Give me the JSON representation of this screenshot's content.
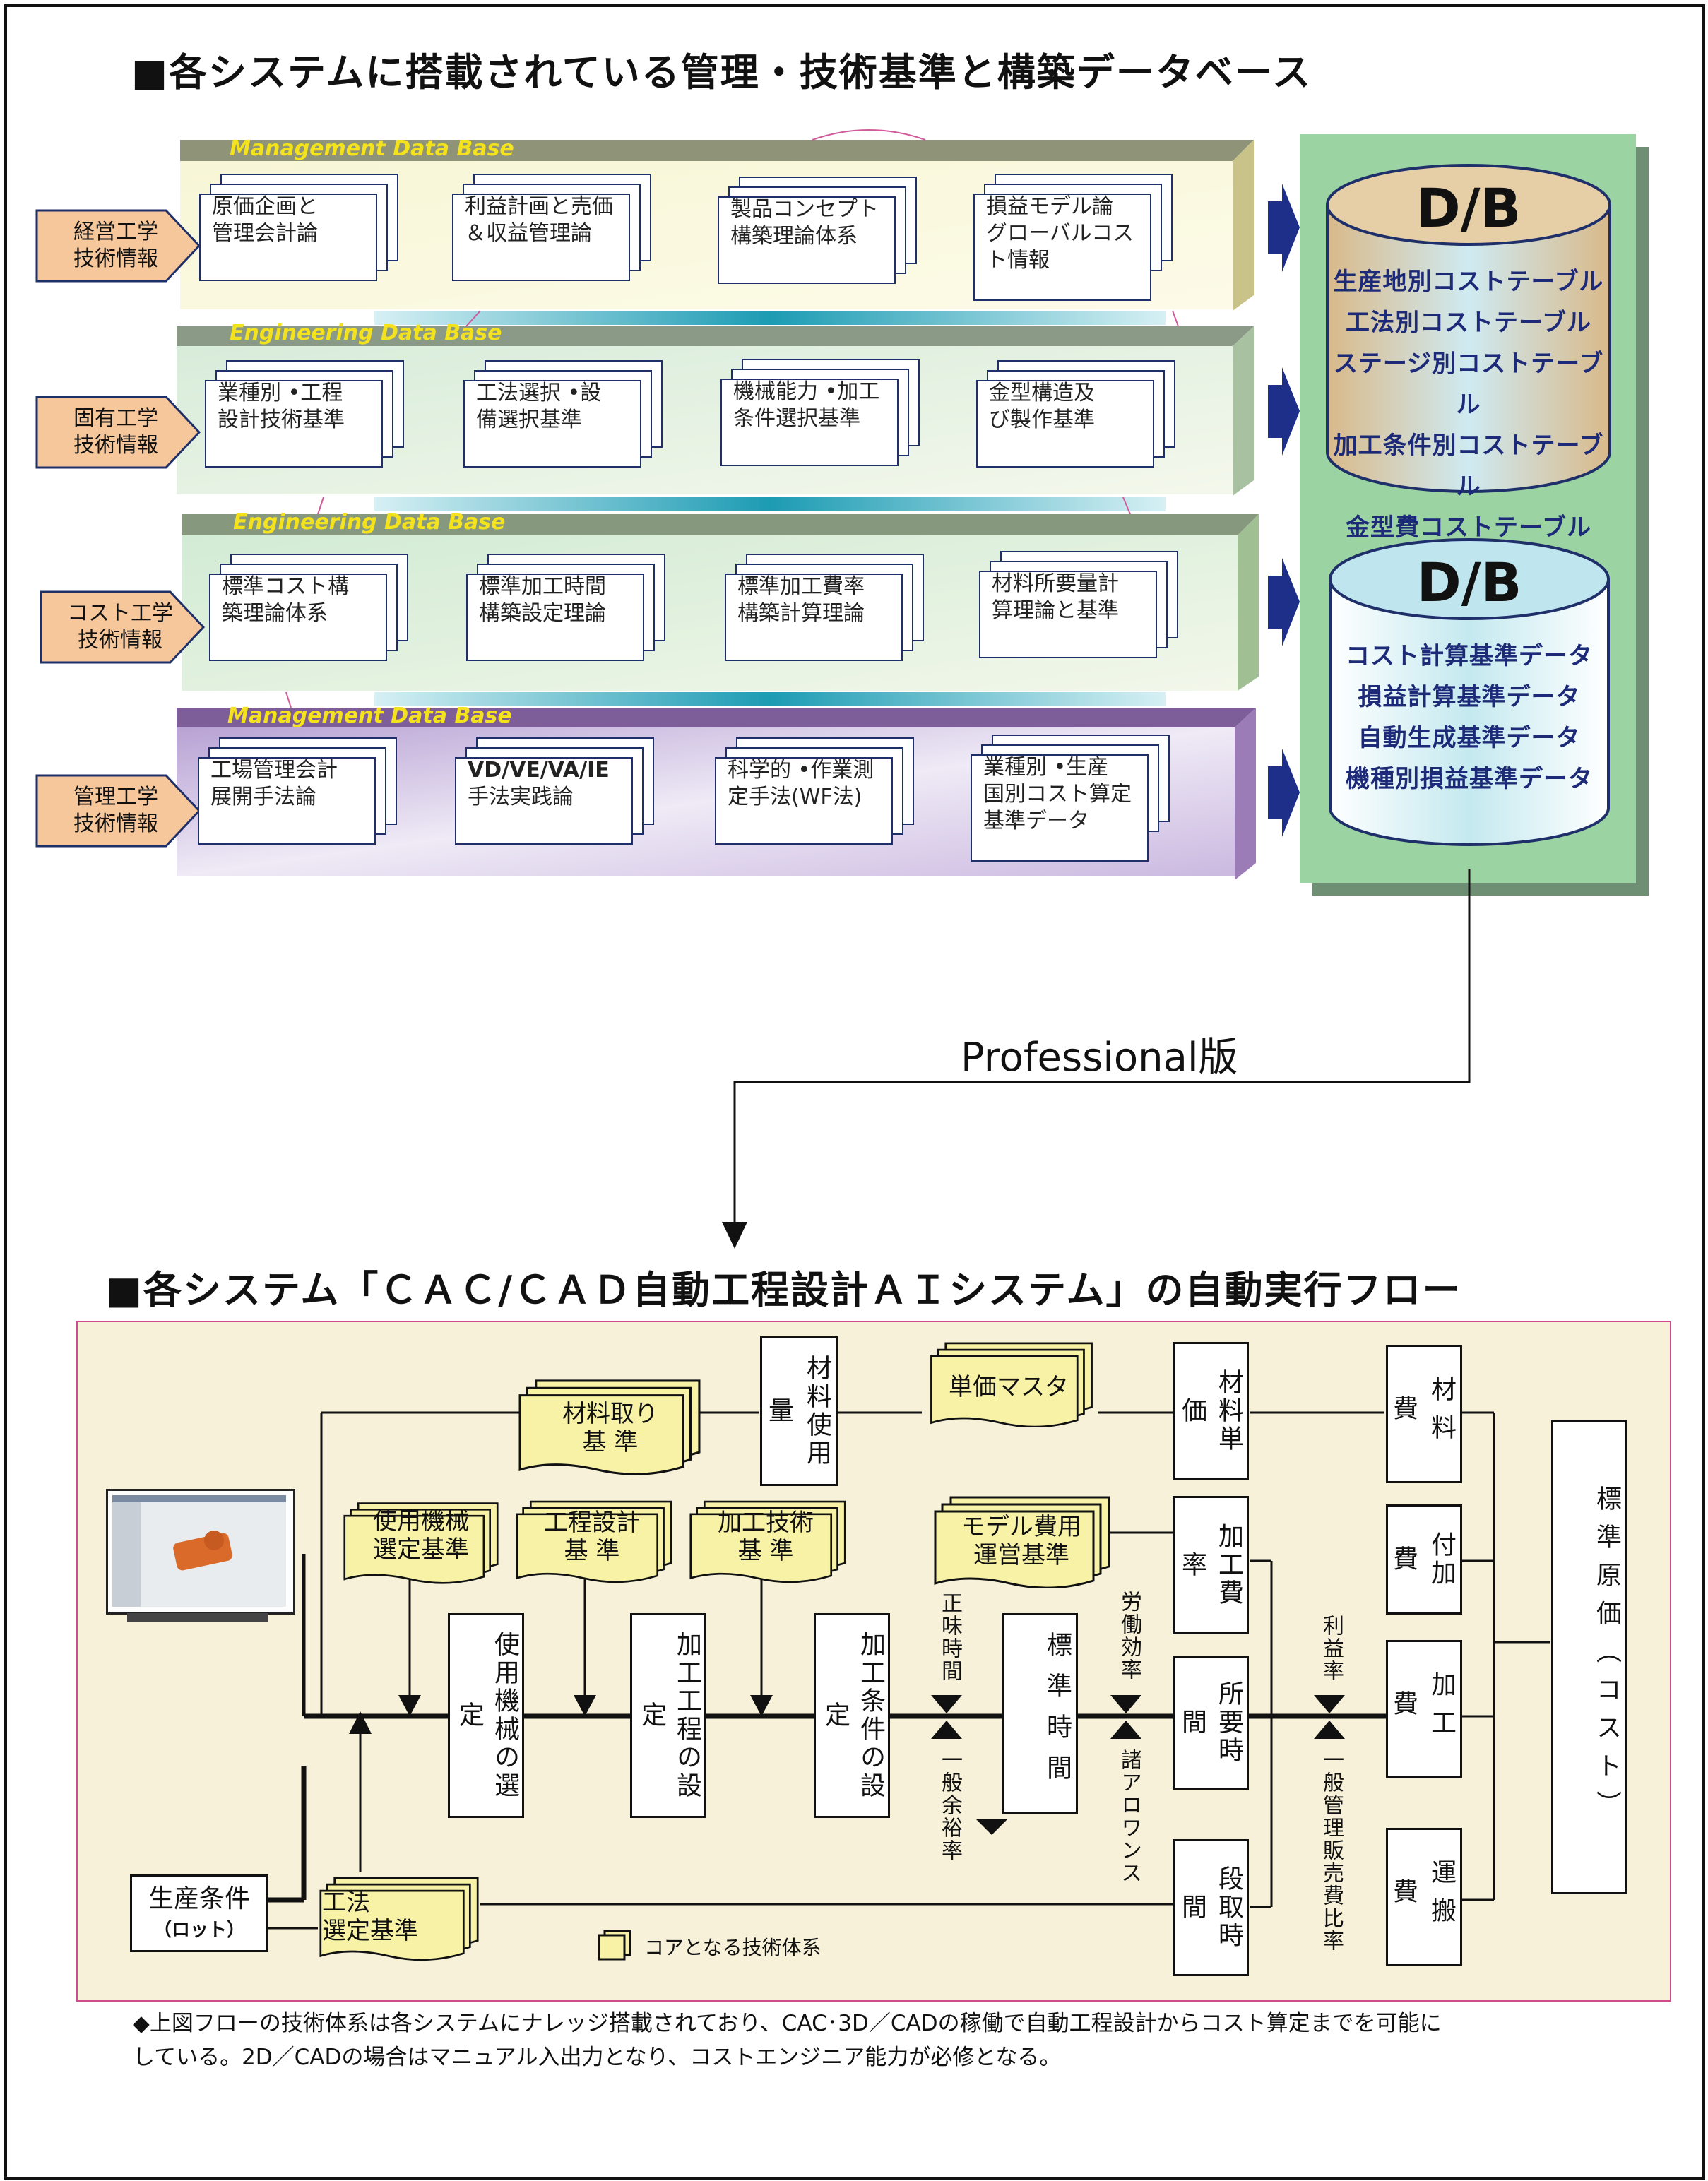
{
  "section1_title": "■各システムに搭載されている管理・技術基準と構築データベース",
  "section2_title": "■各システム「ＣＡＣ/ＣＡＤ自動工程設計ＡＩシステム」の自動実行フロー",
  "layers": [
    {
      "header": "Management   Data Base",
      "source": [
        "経営工学",
        "技術情報"
      ],
      "docs": [
        [
          "原価企画と",
          "管理会計論"
        ],
        [
          "利益計画と売価",
          "＆収益管理論"
        ],
        [
          "製品コンセプト",
          "構築理論体系"
        ],
        [
          "損益モデル論",
          "グローバルコス",
          "ト情報"
        ]
      ]
    },
    {
      "header": "Engineering  Data Base",
      "source": [
        "固有工学",
        "技術情報"
      ],
      "docs": [
        [
          "業種別 •工程",
          "設計技術基準"
        ],
        [
          "工法選択 •設",
          "備選択基準"
        ],
        [
          "機械能力 •加工",
          "条件選択基準"
        ],
        [
          "金型構造及",
          "び製作基準"
        ]
      ]
    },
    {
      "header": "Engineering  Data Base",
      "source": [
        "コスト工学",
        "技術情報"
      ],
      "docs": [
        [
          "標準コスト構",
          "築理論体系"
        ],
        [
          "標準加工時間",
          "構築設定理論"
        ],
        [
          "標準加工費率",
          "構築計算理論"
        ],
        [
          "材料所要量計",
          "算理論と基準"
        ]
      ]
    },
    {
      "header": "Management   Data Base",
      "source": [
        "管理工学",
        "技術情報"
      ],
      "docs": [
        [
          "工場管理会計",
          "展開手法論"
        ],
        [
          "VD/VE/VA/IE",
          "手法実践論"
        ],
        [
          "科学的 •作業測",
          "定手法(WF法)"
        ],
        [
          "業種別 •生産",
          "国別コスト算定",
          "基準データ"
        ]
      ]
    }
  ],
  "db1": {
    "title": "D/B",
    "rows": [
      "生産地別コストテーブル",
      "工法別コストテーブル",
      "ステージ別コストテーブル",
      "加工条件別コストテーブル",
      "金型費コストテーブル"
    ]
  },
  "db2": {
    "title": "D/B",
    "rows": [
      "コスト計算基準データ",
      "損益計算基準データ",
      "自動生成基準データ",
      "機種別損益基準データ"
    ]
  },
  "professional_label": "Professional版",
  "flow": {
    "yellow_docs": {
      "material_take": [
        "材料取り",
        "基 準"
      ],
      "unit_price_master": [
        "単価マスタ"
      ],
      "machine_select": [
        "使用機械",
        "選定基準"
      ],
      "process_design": [
        "工程設計",
        "基 準"
      ],
      "machining_tech": [
        "加工技術",
        "基 準"
      ],
      "model_cost": [
        "モデル費用",
        "運営基準"
      ],
      "method_select": [
        "工法",
        "選定基準"
      ],
      "legend": "コアとなる技術体系"
    },
    "boxes": {
      "material_usage": "材料使用量",
      "material_unit_price": "材料単価",
      "machining_rate": "加工費率",
      "required_time": "所要時間",
      "setup_time": "段取時間",
      "machine_select": "使用機械の選定",
      "process_set": "加工工程の設定",
      "condition_set": "加工条件の設定",
      "standard_time": "標準時間",
      "material_cost": "材料費",
      "added_cost": "付加費",
      "machining_cost": "加工費",
      "transport_cost": "運搬費",
      "standard_cost": "標準原価（コスト）",
      "production_condition": "生産条件",
      "lot": "（ロット）"
    },
    "labels": {
      "net_time": "正味時間",
      "allowance": "一般余裕率",
      "labor_eff": "労働効率",
      "allowances": "諸アロワンス",
      "profit_rate": "利益率",
      "admin_ratio": "一般管理販売費比率"
    }
  },
  "notes": [
    "◆上図フローの技術体系は各システムにナレッジ搭載されており、CAC･3D／CADの稼働で自動工程設計からコスト算定までを可能に",
    "している。2D／CADの場合はマニュアル入出力となり、コストエンジニア能力が必修となる。"
  ],
  "colors": {
    "navy": "#1e2f6a",
    "layer_yellow": "#f6f5d0",
    "layer_green": "#e3f0e0",
    "layer_purple": "#a98bc2",
    "db_green": "#9cd3a2",
    "flow_bg": "#f6f1d8",
    "doc_yellow": "#f8f2a6",
    "source_orange": "#f6c79a"
  }
}
